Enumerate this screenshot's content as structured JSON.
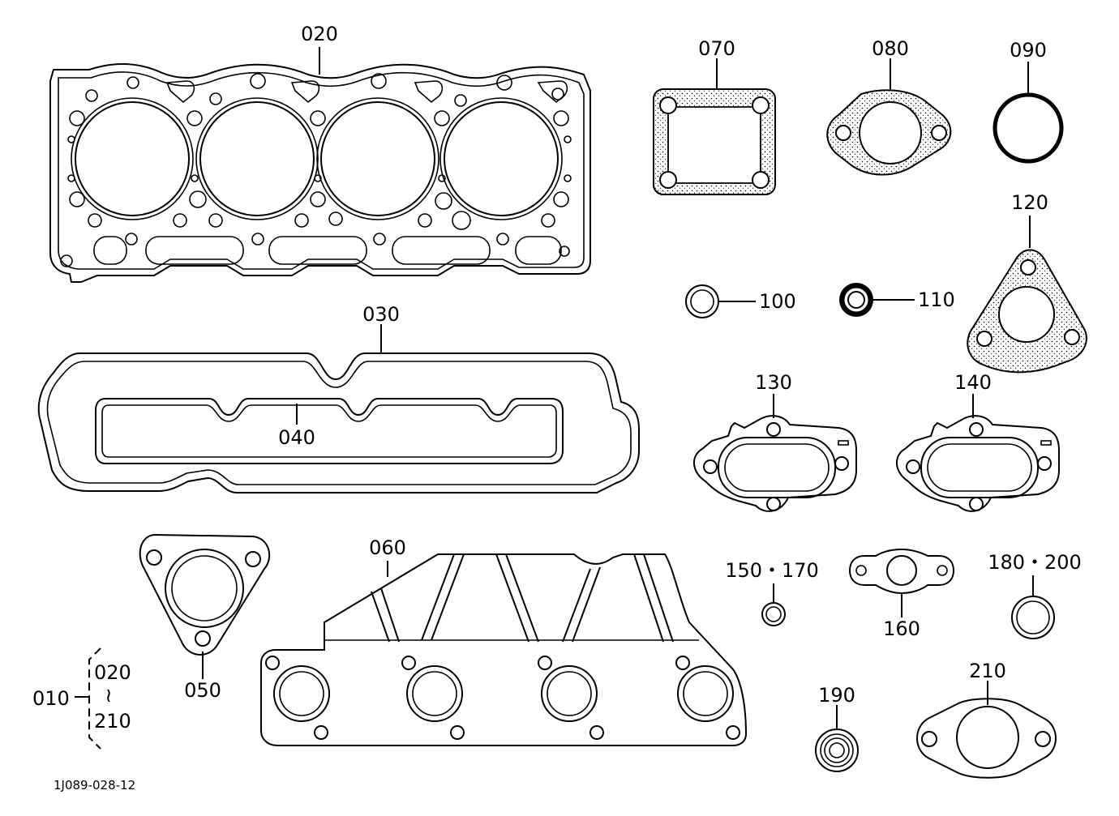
{
  "labels": {
    "p010": "010",
    "p020": "020",
    "p030": "030",
    "p040": "040",
    "p050": "050",
    "p060": "060",
    "p070": "070",
    "p080": "080",
    "p090": "090",
    "p100": "100",
    "p110": "110",
    "p120": "120",
    "p130": "130",
    "p140": "140",
    "p150_170": "150・170",
    "p160": "160",
    "p180_200": "180・200",
    "p190": "190",
    "p210": "210",
    "range_start": "020",
    "range_tilde": "≀",
    "range_end": "210"
  },
  "diagram_code": "1J089-028-12"
}
